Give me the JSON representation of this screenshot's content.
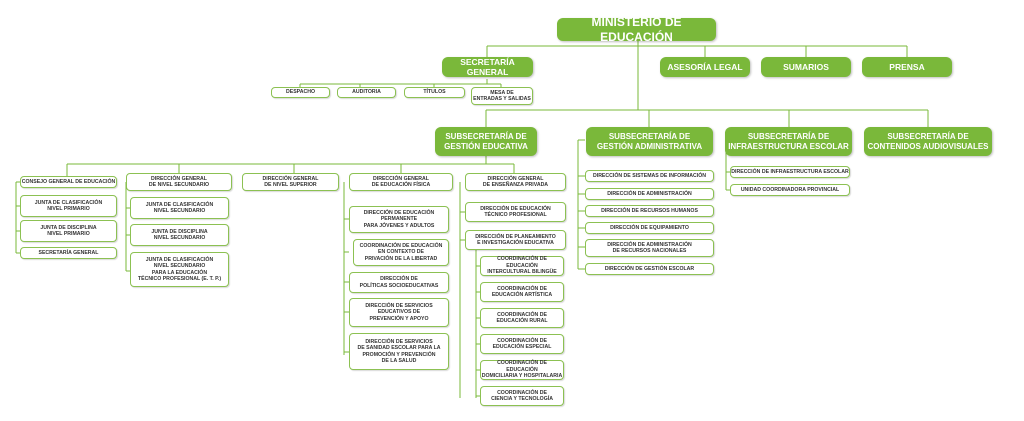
{
  "colors": {
    "accent": "#7ab83a",
    "line": "#7ab83a",
    "box_border": "#8cc152"
  },
  "root": "MINISTERIO DE EDUCACIÓN",
  "secretaria": {
    "title": "SECRETARÍA GENERAL",
    "children": [
      "DESPACHO",
      "AUDITORIA",
      "TÍTULOS",
      "MESA DE\nENTRADAS Y SALIDAS"
    ]
  },
  "top_units": [
    "ASESORÍA LEGAL",
    "SUMARIOS",
    "PRENSA"
  ],
  "sub_educativa": {
    "title": "SUBSECRETARÍA DE\nGESTIÓN EDUCATIVA",
    "col1": [
      "CONSEJO GENERAL DE EDUCACIÓN",
      "JUNTA DE CLASIFICACIÓN\nNIVEL PRIMARIO",
      "JUNTA DE DISCIPLINA\nNIVEL PRIMARIO",
      "SECRETARÍA GENERAL"
    ],
    "col2_head": "DIRECCIÓN GENERAL\nDE NIVEL SECUNDARIO",
    "col2": [
      "JUNTA DE CLASIFICACIÓN\nNIVEL SECUNDARIO",
      "JUNTA DE DISCIPLINA\nNIVEL SECUNDARIO",
      "JUNTA DE CLASIFICACIÓN\nNIVEL SECUNDARIO\nPARA LA EDUCACIÓN\nTÉCNICO PROFESIONAL (E. T. P.)"
    ],
    "col3_head": "DIRECCIÓN GENERAL\nDE NIVEL SUPERIOR",
    "col4_head": "DIRECCIÓN GENERAL\nDE EDUCACIÓN FÍSICA",
    "col4": [
      "DIRECCIÓN DE EDUCACIÓN\nPERMANENTE\nPARA JÓVENES Y ADULTOS",
      "COORDINACIÓN DE EDUCACIÓN\nEN CONTEXTO DE\nPRIVACIÓN DE LA LIBERTAD",
      "DIRECCIÓN DE\nPOLÍTICAS SOCIOEDUCATIVAS",
      "DIRECCIÓN DE SERVICIOS\nEDUCATIVOS DE\nPREVENCIÓN Y APOYO",
      "DIRECCIÓN DE SERVICIOS\nDE SANIDAD ESCOLAR PARA LA\nPROMOCIÓN Y PREVENCIÓN\nDE LA SALUD"
    ],
    "col5_head": "DIRECCIÓN GENERAL\nDE ENSEÑANZA PRIVADA",
    "col5": [
      "DIRECCIÓN DE EDUCACIÓN\nTÉCNICO PROFESIONAL",
      "DIRECCIÓN DE PLANEAMIENTO\nE INVESTIGACIÓN EDUCATIVA"
    ],
    "col6": [
      "COORDINACIÓN DE EDUCACIÓN\nINTERCULTURAL BILINGÜE",
      "COORDINACIÓN DE\nEDUCACIÓN ARTÍSTICA",
      "COORDINACIÓN DE\nEDUCACIÓN RURAL",
      "COORDINACIÓN DE\nEDUCACIÓN ESPECIAL",
      "COORDINACIÓN DE EDUCACIÓN\nDOMICILIARIA Y HOSPITALARIA",
      "COORDINACIÓN DE\nCIENCIA Y TECNOLOGÍA"
    ]
  },
  "sub_administrativa": {
    "title": "SUBSECRETARÍA DE\nGESTIÓN ADMINISTRATIVA",
    "children": [
      "DIRECCIÓN DE SISTEMAS DE INFORMACIÓN",
      "DIRECCIÓN DE ADMINISTRACIÓN",
      "DIRECCIÓN DE RECURSOS HUMANOS",
      "DIRECCIÓN DE EQUIPAMIENTO",
      "DIRECCIÓN DE ADMINISTRACIÓN\nDE RECURSOS NACIONALES",
      "DIRECCIÓN DE GESTIÓN ESCOLAR"
    ]
  },
  "sub_infraestructura": {
    "title": "SUBSECRETARÍA DE\nINFRAESTRUCTURA ESCOLAR",
    "children": [
      "DIRECCIÓN DE INFRAESTRUCTURA ESCOLAR",
      "UNIDAD COORDINADORA PROVINCIAL"
    ]
  },
  "sub_audiovisuales": {
    "title": "SUBSECRETARÍA DE\nCONTENIDOS AUDIOVISUALES"
  }
}
